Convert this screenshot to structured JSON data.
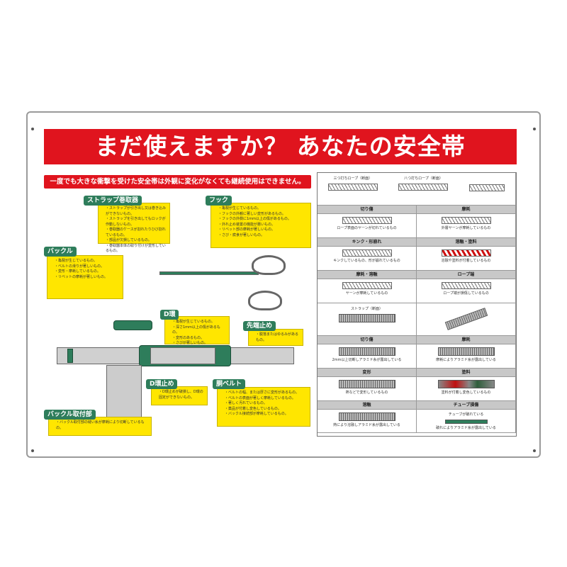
{
  "title": "まだ使えますか？ あなたの安全帯",
  "subtitle": "一度でも大きな衝撃を受けた安全帯は外観に変化がなくても継続使用はできません。",
  "callouts": [
    {
      "label": "ストラップ巻取器",
      "items": [
        "・ストラップが引き出し又は巻き込みができないもの。",
        "・ストラップを引き出してもロックが作動しないもの。",
        "・巻取器のケースが割れたりひび割れているもの。",
        "・部品が欠損しているもの。",
        "・巻取器本体の取り付けが変形しているもの。"
      ]
    },
    {
      "label": "フック",
      "items": [
        "・亀裂が生じているもの。",
        "・フックの外観に著しい変形があるもの。",
        "・フックの外側に1mm以上の傷があるもの。",
        "・外れ止め装置の機能が悪いもの。",
        "・リベット部の摩耗が著しいもの。",
        "・さび・腐食が著しいもの。"
      ]
    },
    {
      "label": "バックル",
      "items": [
        "・亀裂が生じているもの。",
        "・ベルトの滑りが著しいもの。",
        "・変形・摩耗しているもの。",
        "・リベットの摩耗が著しいもの。"
      ]
    },
    {
      "label": "D環",
      "items": [
        "・亀裂が生じているもの。",
        "・深さ1mm以上の傷があるもの。",
        "・変形のあるもの。",
        "・さびが著しいもの。"
      ]
    },
    {
      "label": "先端止め",
      "items": [
        "・脱落またはゆるみがあるもの。"
      ]
    },
    {
      "label": "D環止め",
      "items": [
        "・D環止めが破損し、D環の固定ができないもの。"
      ]
    },
    {
      "label": "胴ベルト",
      "items": [
        "・ベルトの幅、または厚さに変形があるもの。",
        "・ベルトの表面が著しく摩耗しているもの。",
        "・著しく汚れているもの。",
        "・薬品が付着し変色しているもの。",
        "・バックル接続部が摩耗しているもの。"
      ]
    },
    {
      "label": "バックル取付部",
      "items": [
        "・バックル取付部の縫い糸が摩耗により切断しているもの。"
      ]
    }
  ],
  "table": {
    "top_labels": [
      "三つ打ちロープ（断面）",
      "八つ打ちロープ（断面）"
    ],
    "rope_rows": [
      {
        "left": {
          "header": "切り傷",
          "desc": "ロープ表面のヤーンが切れているもの"
        },
        "right": {
          "header": "摩耗",
          "desc": "外層ヤーンが摩耗しているもの"
        }
      },
      {
        "left": {
          "header": "キンク・形崩れ",
          "desc": "キンクしているもの、形が崩れているもの"
        },
        "right": {
          "header": "溶融・塗料",
          "desc": "溶融や塗料が付着しているもの"
        }
      },
      {
        "left": {
          "header": "摩耗・溶融",
          "desc": "ヤーンが摩耗しているもの"
        },
        "right": {
          "header": "ロープ端",
          "desc": "ロープ端が損傷しているもの"
        }
      }
    ],
    "strap_label": "ストラップ（断面）",
    "strap_rows": [
      {
        "left": {
          "header": "切り傷",
          "desc": "2mm以上切断しアラミド糸が露出している"
        },
        "right": {
          "header": "摩耗",
          "desc": "摩耗によりアラミド糸が露出している"
        }
      },
      {
        "left": {
          "header": "変形",
          "desc": "熱などで変形しているもの"
        },
        "right": {
          "header": "塗料",
          "desc": "塗料が付着し変色しているもの"
        }
      },
      {
        "left": {
          "header": "溶融",
          "desc": "熱により溶融しアラミド糸が露出している"
        },
        "right": {
          "header": "チューブ損傷",
          "desc": "チューブが破れている",
          "desc2": "破れによりアラミド糸が露出している"
        }
      }
    ]
  },
  "colors": {
    "red": "#e0141e",
    "yellow": "#ffe600",
    "green": "#2e7d5b"
  }
}
